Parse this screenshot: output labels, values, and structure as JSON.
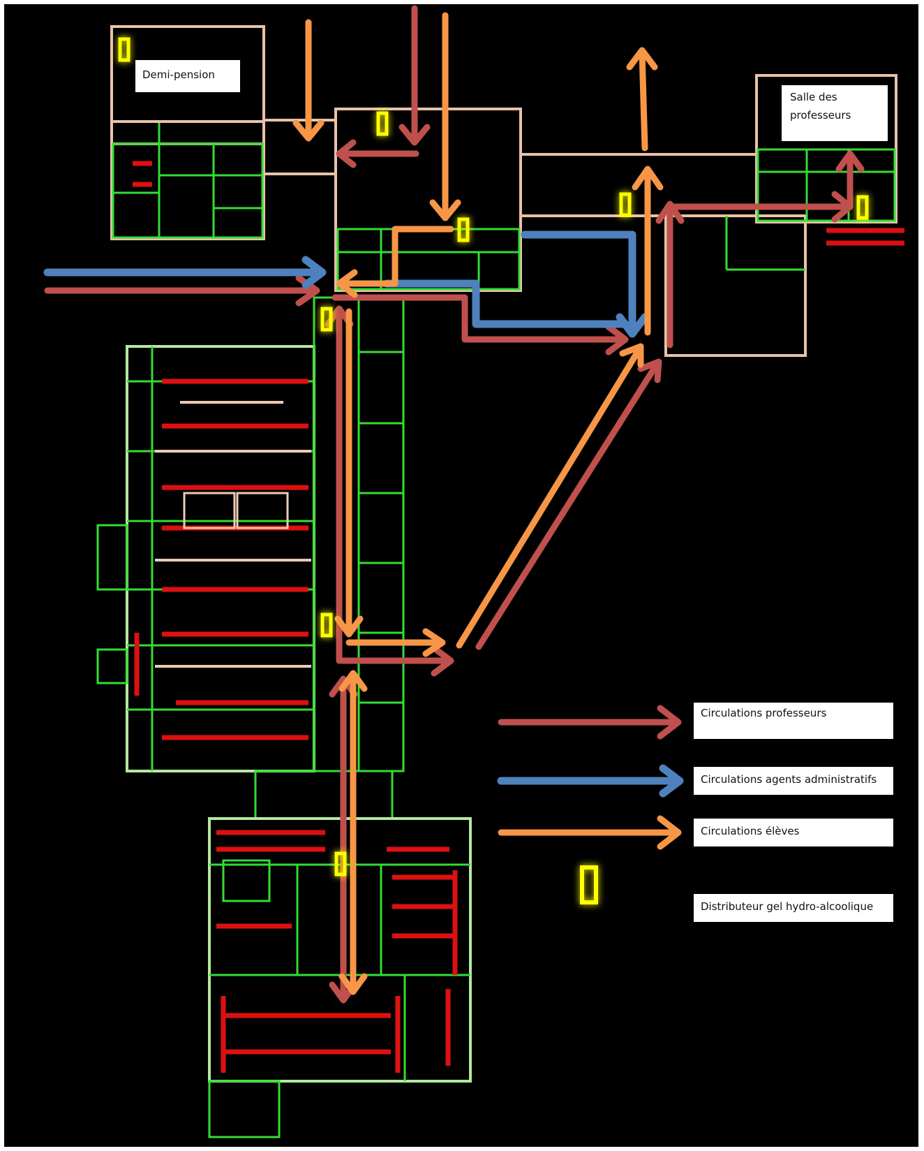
{
  "labels": {
    "demi_pension": "Demi-pension",
    "salle_line1": "Salle des",
    "salle_line2": "professeurs"
  },
  "legend": {
    "items": [
      {
        "key": "professeurs",
        "text": "Circulations professeurs",
        "color": "#c0504d"
      },
      {
        "key": "agents",
        "text": "Circulations agents administratifs",
        "color": "#4f81bd"
      },
      {
        "key": "eleves",
        "text": "Circulations élèves",
        "color": "#f79646"
      },
      {
        "key": "gel",
        "text": "Distributeur gel hydro-alcoolique",
        "color": "#ffff00"
      }
    ]
  },
  "colors": {
    "background": "#000000",
    "walls_outer": "#e8c2a8",
    "walls_inner": "#33dd33",
    "furniture": "#dd1111",
    "professeurs": "#c0504d",
    "agents": "#4f81bd",
    "eleves": "#f79646",
    "gel": "#ffff00"
  }
}
